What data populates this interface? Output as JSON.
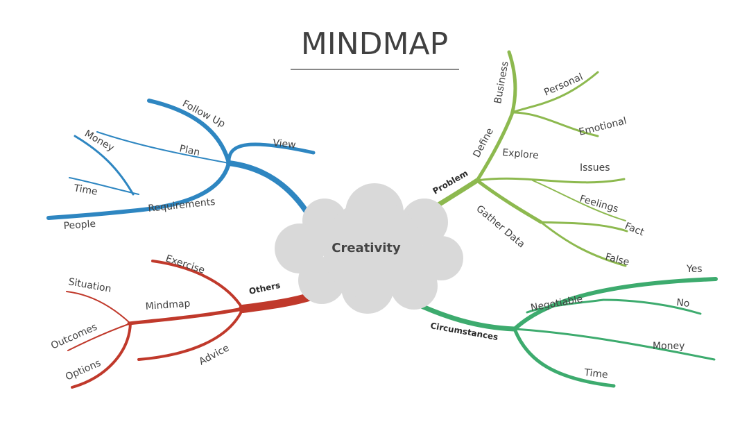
{
  "title": "MINDMAP",
  "center": "Creativity",
  "colors": {
    "blue": "#2e86c1",
    "green": "#8db94f",
    "red": "#c0392b",
    "teal": "#3dab6e",
    "cloud": "#d9d9d9",
    "text": "#404040"
  },
  "branches": {
    "blue": {
      "requirements": "Requirements",
      "follow_up": "Follow Up",
      "plan": "Plan",
      "view": "View",
      "money": "Money",
      "time": "Time",
      "people": "People"
    },
    "green": {
      "main": "Problem",
      "define": "Define",
      "business": "Business",
      "personal": "Personal",
      "emotional": "Emotional",
      "explore": "Explore",
      "issues": "Issues",
      "feelings": "Feelings",
      "gather_data": "Gather Data",
      "fact": "Fact",
      "false": "False"
    },
    "red": {
      "main": "Others",
      "exercise": "Exercise",
      "mindmap": "Mindmap",
      "advice": "Advice",
      "situation": "Situation",
      "outcomes": "Outcomes",
      "options": "Options"
    },
    "teal": {
      "main": "Circumstances",
      "negotiable": "Negotiable",
      "yes": "Yes",
      "no": "No",
      "money": "Money",
      "time": "Time"
    }
  }
}
